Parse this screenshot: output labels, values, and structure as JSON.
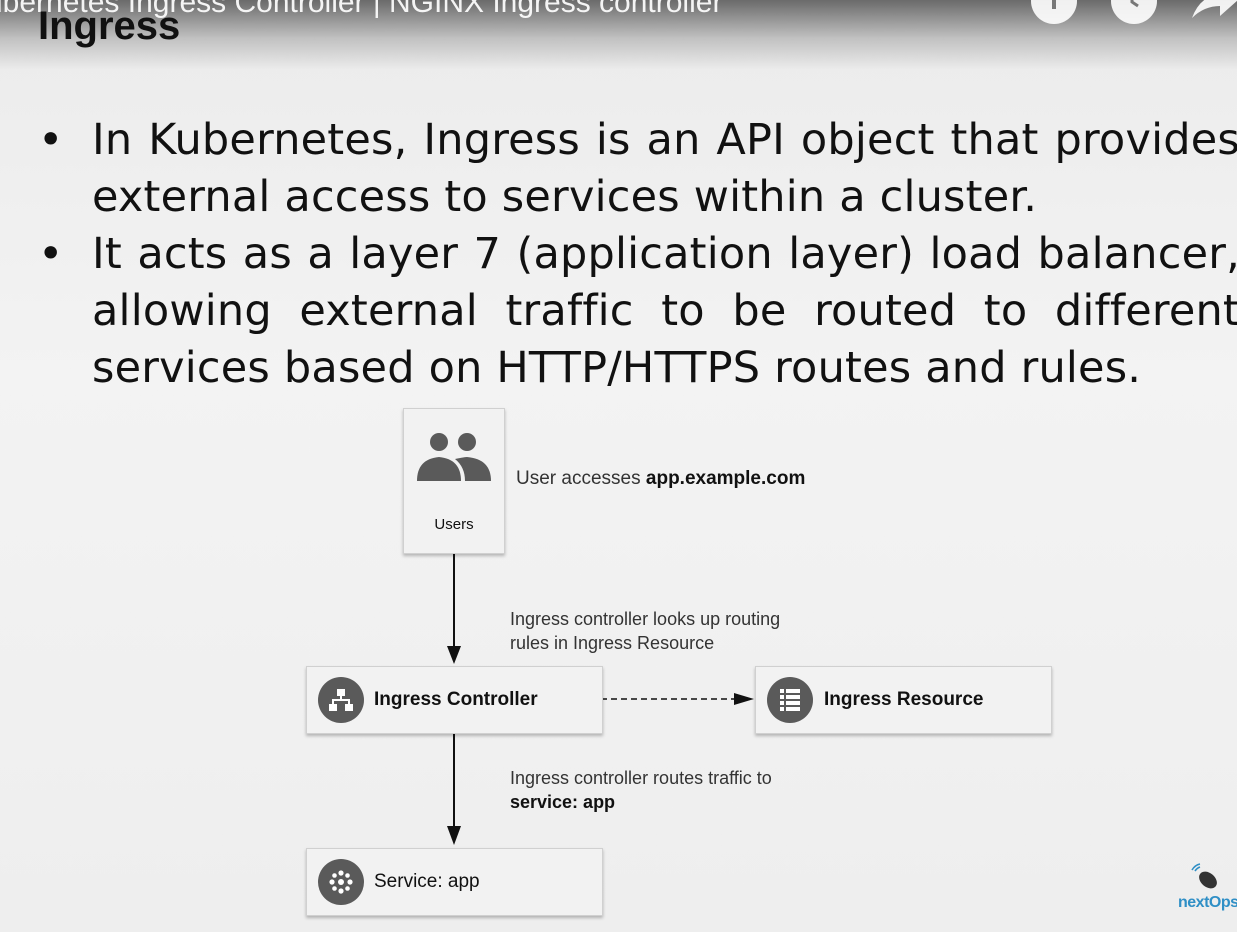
{
  "player": {
    "video_title": "ubernetes Ingress Controller | NGINX Ingress controller"
  },
  "slide": {
    "title": "Ingress",
    "bullets": [
      "In Kubernetes, Ingress is an API object that provides external access to services within a cluster.",
      "It acts as a layer 7 (application layer) load balancer, allowing external traffic to be routed to different services based on HTTP/HTTPS routes and rules."
    ],
    "bullet_glyph": "•"
  },
  "diagram": {
    "users_label": "Users",
    "users_note_prefix": "User accesses",
    "users_note_host": "app.example.com",
    "lookup_note_line1": "Ingress controller looks up routing",
    "lookup_note_line2": "rules in Ingress Resource",
    "controller_label": "Ingress Controller",
    "resource_label": "Ingress Resource",
    "route_note_line1": "Ingress controller routes traffic to",
    "route_note_line2": "service: app",
    "service_label": "Service: app"
  },
  "branding": {
    "logo_text": "nextOps"
  },
  "colors": {
    "icon_gray": "#5a5a5a",
    "logo_blue": "#2f8fc6"
  }
}
